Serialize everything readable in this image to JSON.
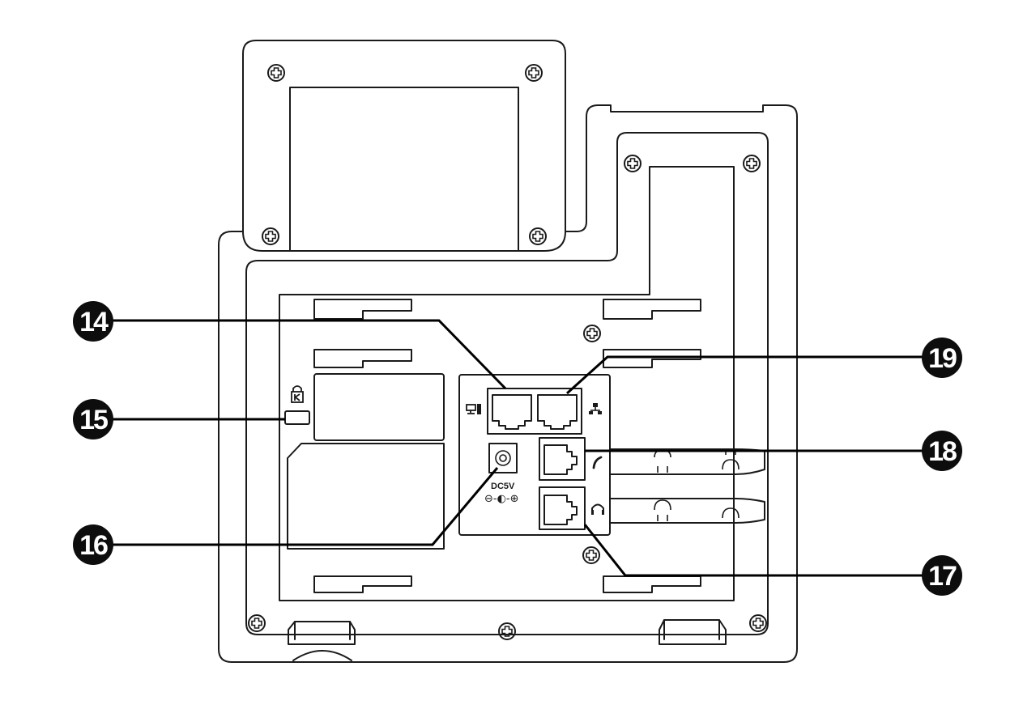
{
  "callouts": {
    "c14": "14",
    "c15": "15",
    "c16": "16",
    "c17": "17",
    "c18": "18",
    "c19": "19"
  },
  "power_jack": {
    "voltage_label": "DC5V",
    "polarity_label": "⊖-◐-⊕"
  },
  "icons": {
    "pc_port": "pc-icon",
    "internet_port": "network-icon",
    "handset_port": "handset-icon",
    "headset_port": "headset-icon",
    "lock_slot": "security-lock-icon"
  },
  "colors": {
    "line": "#1a1a1a",
    "badge": "#0d0d0d",
    "badge_text": "#ffffff",
    "background": "#ffffff"
  }
}
